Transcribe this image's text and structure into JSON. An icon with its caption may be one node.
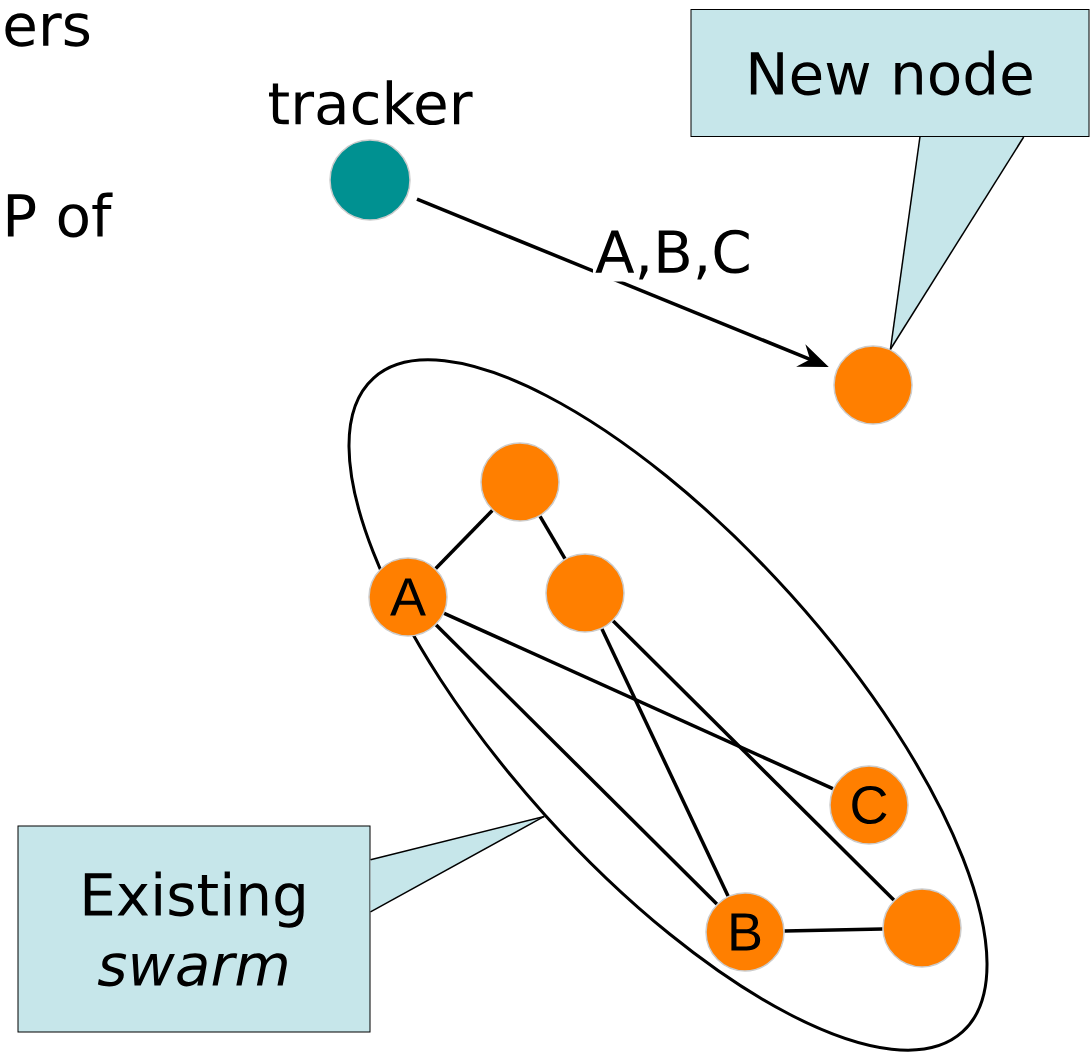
{
  "diagram": {
    "nodes": [
      {
        "text": [
          "tracker"
        ]
      },
      {
        "text": [
          "New node"
        ]
      },
      {
        "text": [],
        "shape": "circle"
      },
      {
        "text": [],
        "shape": "ellipse"
      },
      {
        "text": [],
        "shape": "circle",
        "in": 3
      },
      {
        "text": [
          "A"
        ],
        "in": 3
      },
      {
        "text": [],
        "shape": "circle",
        "in": 3
      },
      {
        "text": [
          "C"
        ],
        "in": 3
      },
      {
        "text": [
          "B"
        ],
        "in": 3
      },
      {
        "text": [],
        "shape": "circle",
        "in": 3
      },
      {
        "text": [
          "Existing *swarm*"
        ]
      }
    ],
    "edges": [
      {
        "from": 0,
        "to": 2,
        "arrow": "to",
        "label": "A,B,C"
      },
      {
        "from": 1,
        "to": 2,
        "arrow": "none"
      },
      {
        "from": 10,
        "to": 3,
        "arrow": "none"
      },
      {
        "from": 4,
        "to": 5,
        "arrow": "none"
      },
      {
        "from": 4,
        "to": 6,
        "arrow": "none"
      },
      {
        "from": 5,
        "to": 7,
        "arrow": "none"
      },
      {
        "from": 5,
        "to": 8,
        "arrow": "none"
      },
      {
        "from": 6,
        "to": 8,
        "arrow": "none"
      },
      {
        "from": 6,
        "to": 9,
        "arrow": "none"
      },
      {
        "from": 8,
        "to": 9,
        "arrow": "none"
      }
    ],
    "labels": [
      "ers",
      "P of"
    ]
  }
}
